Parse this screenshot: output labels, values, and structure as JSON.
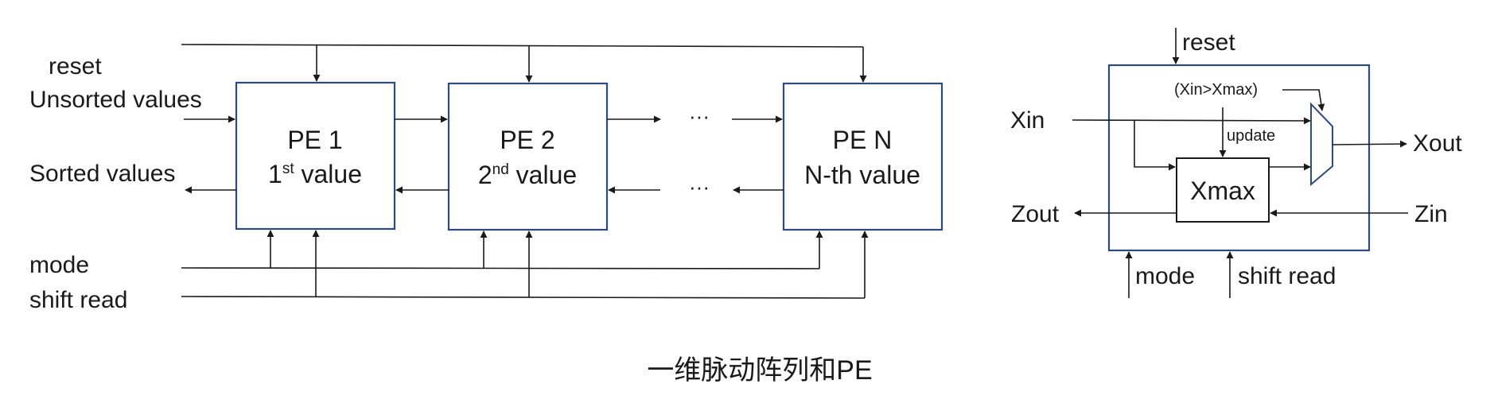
{
  "left_diagram": {
    "signals": {
      "reset": "reset",
      "unsorted": "Unsorted values",
      "sorted": "Sorted values",
      "mode": "mode",
      "shift_read": "shift read"
    },
    "pes": [
      {
        "name": "PE 1",
        "rank_num": "1",
        "rank_sup": "st",
        "rank_text": " value"
      },
      {
        "name": "PE 2",
        "rank_num": "2",
        "rank_sup": "nd",
        "rank_text": " value"
      },
      {
        "name": "PE N",
        "rank_num": "",
        "rank_sup": "",
        "rank_text": "N-th value"
      }
    ],
    "ellipsis": "···"
  },
  "right_diagram": {
    "reset": "reset",
    "condition": "(Xin>Xmax)",
    "update": "update",
    "xin": "Xin",
    "xout": "Xout",
    "xmax": "Xmax",
    "zout": "Zout",
    "zin": "Zin",
    "mode": "mode",
    "shift_read": "shift read"
  },
  "caption": "一维脉动阵列和PE",
  "colors": {
    "box_stroke": "#2e4a7d",
    "line": "#1a1a1a"
  }
}
